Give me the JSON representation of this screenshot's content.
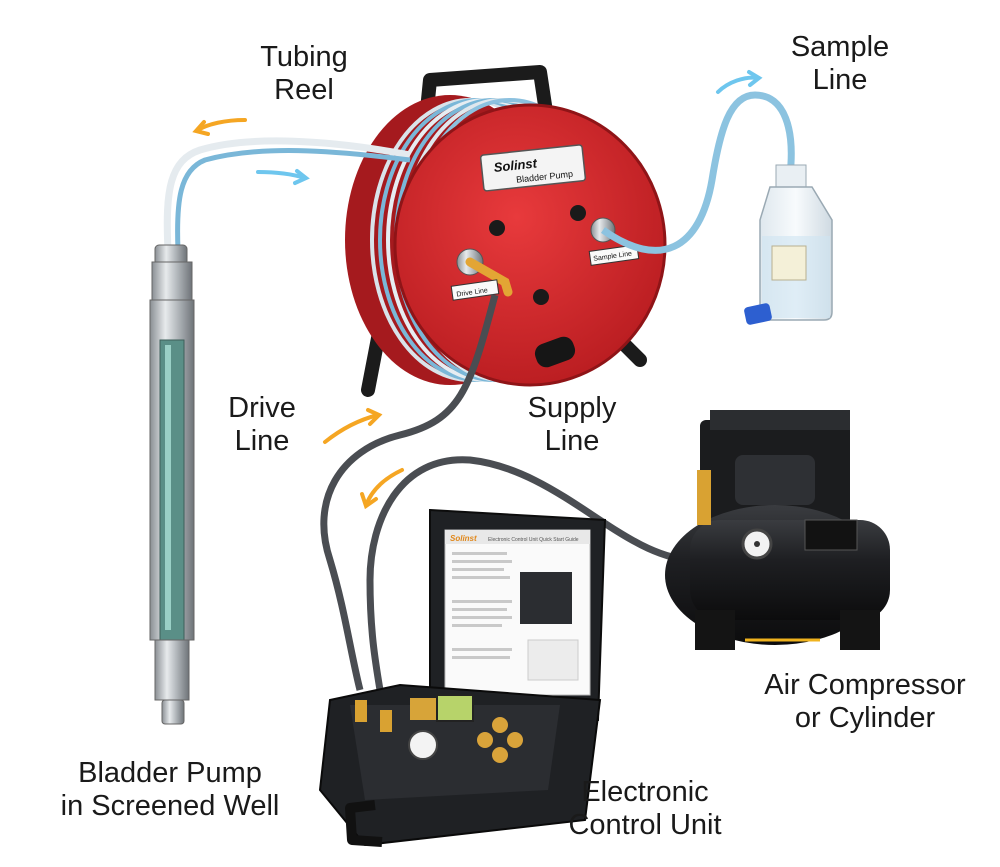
{
  "labels": {
    "tubing_reel": [
      "Tubing",
      "Reel"
    ],
    "sample_line": [
      "Sample",
      "Line"
    ],
    "drive_line": [
      "Drive",
      "Line"
    ],
    "supply_line": [
      "Supply",
      "Line"
    ],
    "bladder_pump": [
      "Bladder Pump",
      "in Screened Well"
    ],
    "air_compressor": [
      "Air Compressor",
      "or Cylinder"
    ],
    "control_unit": [
      "Electronic",
      "Control Unit"
    ]
  },
  "reel_plate": {
    "brand": "Solinst",
    "product": "Bladder Pump"
  },
  "reel_tags": {
    "drive": "Drive Line",
    "sample": "Sample Line"
  },
  "manual": {
    "brand": "Solinst",
    "title": "Electronic Control Unit Quick Start Guide"
  },
  "colors": {
    "reel_red": "#d8262a",
    "arrow_orange": "#f5a623",
    "arrow_blue": "#6ec6ee",
    "hose_gray": "#4a4d52",
    "case_black": "#1f2124"
  },
  "icons": [
    "flow-arrow-icon",
    "pressure-gauge-icon"
  ]
}
